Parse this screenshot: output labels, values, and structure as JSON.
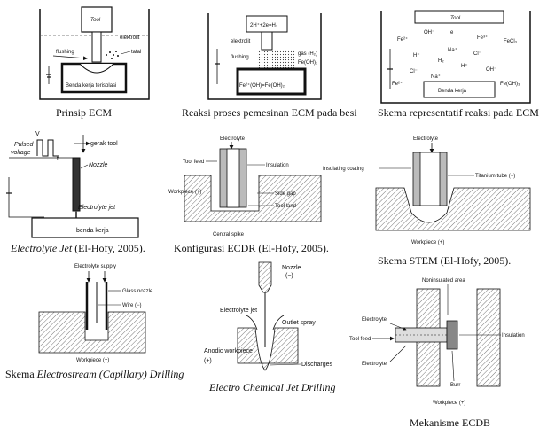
{
  "captions": {
    "p1": "Prinsip ECM",
    "p2": "Reaksi proses pemesinan ECM pada besi",
    "p3": "Skema representatif reaksi pada ECM",
    "p4": "Electrolyte Jet",
    "p4_suffix": " (El-Hofy, 2005).",
    "p5": "Konfigurasi ECDR (El-Hofy, 2005).",
    "p6": "Skema STEM (El-Hofy, 2005).",
    "p7_prefix": "Skema ",
    "p7": "Electrostream (Capillary) Drilling",
    "p8": "Electro Chemical Jet Drilling",
    "p9": "Mekanisme ECDB"
  },
  "panel1": {
    "tool": "Tool",
    "elektrolit": "elektrolit",
    "flushing": "flushing",
    "tatal": "tatal",
    "workpiece": "Benda kerja terisolasi"
  },
  "panel2": {
    "eq1": "2H⁺+2e=H₂",
    "elektrolit": "elektrolit",
    "flushing": "flushing",
    "gas": "gas (H₂)",
    "feoh": "Fe(OH)₂",
    "eq2": "Fe²⁺(OH)=Fe(OH)₂"
  },
  "panel3": {
    "tool": "Tool",
    "fe2": "Fe²⁺",
    "oh1": "OH⁻",
    "e1": "e",
    "fe3": "Fe³⁺",
    "fecl3": "FeCl₃",
    "na1": "Na⁺",
    "h1": "H⁺",
    "h2": "H₂",
    "cl1": "Cl⁻",
    "h3": "H⁺",
    "cl2": "Cl⁻",
    "fe4": "Fe²⁺",
    "oh2": "OH⁻",
    "na2": "Na⁺",
    "feoh3": "Fe(OH)₃",
    "work": "Benda kerja"
  },
  "panel4": {
    "v": "V",
    "t": "t",
    "pulsed": "Pulsed",
    "voltage": "voltage",
    "gerak": "gerak tool",
    "nozzle": "Nozzle",
    "jet": "Electrolyte jet",
    "benda": "benda kerja"
  },
  "panel5": {
    "electrolyte": "Electrolyte",
    "toolfeed": "Tool feed",
    "insulation": "Insulation",
    "workpiece": "Workpiece (+)",
    "sidegap": "Side gap",
    "toolland": "Tool land",
    "spike": "Central spike"
  },
  "panel6": {
    "electrolyte": "Electrolyte",
    "coating": "Insulating coating",
    "tube": "Titanium tube (−)",
    "workpiece": "Workpiece (+)"
  },
  "panel7": {
    "supply": "Electrolyte supply",
    "nozzle": "Glass nozzle",
    "wire": "Wire (−)",
    "workpiece": "Workpiece (+)"
  },
  "panel8": {
    "nozzle": "Nozzle",
    "minus": "(−)",
    "jet": "Electrolyte jet",
    "spray": "Outlet spray",
    "anodic": "Anodic workpiece",
    "plus": "(+)",
    "discharges": "Discharges"
  },
  "panel9": {
    "noninsulated": "Noninsulated area",
    "electrolyte1": "Electrolyte",
    "toolfeed": "Tool feed",
    "insulation": "Insulation",
    "electrolyte2": "Electrolyte",
    "burr": "Burr",
    "workpiece": "Workpiece (+)"
  }
}
